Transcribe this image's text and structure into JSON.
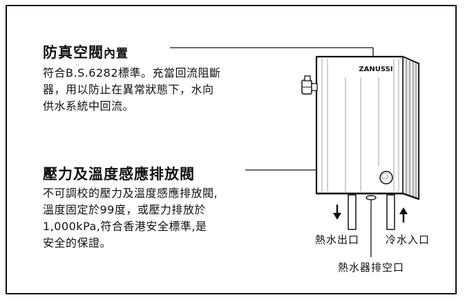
{
  "valve1": {
    "title_bold": "防真空閥",
    "title_suffix": "內置",
    "lines": [
      "符合B.S.6282標準。充當回流阻斷",
      "器，用以防止在異常狀態下，水向",
      "供水系統中回流。"
    ]
  },
  "valve2": {
    "title": "壓力及溫度感應排放閥",
    "lines": [
      "不可調校的壓力及溫度感應排放閥,",
      "溫度固定於99度，或壓力排放於",
      "1,000kPa,符合香港安全標準,是",
      "安全的保證。"
    ]
  },
  "heater": {
    "brand": "ZANUSSI",
    "hot_outlet": "熱水出口",
    "cold_inlet": "冷水入口",
    "drain": "熱水器排空口"
  }
}
